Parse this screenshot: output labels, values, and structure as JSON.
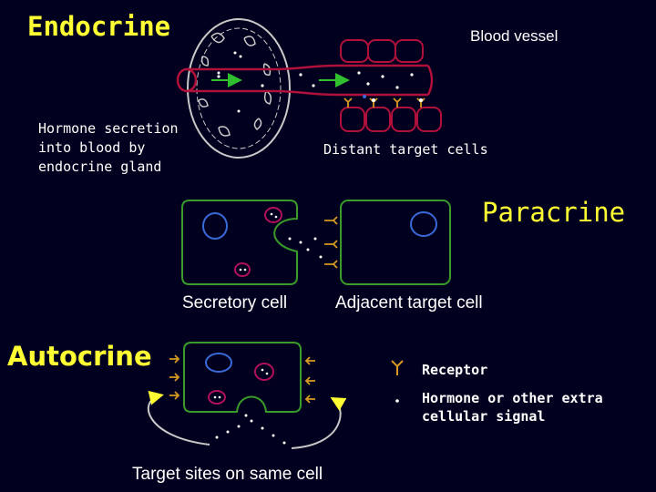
{
  "titles": {
    "endocrine": "Endocrine",
    "paracrine": "Paracrine",
    "autocrine": "Autocrine"
  },
  "labels": {
    "blood_vessel": "Blood vessel",
    "hormone_secretion": "Hormone secretion\ninto blood by\nendocrine gland",
    "distant_target_cells": "Distant target cells",
    "secretory_cell": "Secretory cell",
    "adjacent_target_cell": "Adjacent target cell",
    "target_sites_same_cell": "Target sites on same cell"
  },
  "legend": {
    "receptor": "Receptor",
    "hormone": "Hormone or other extra\ncellular signal"
  },
  "colors": {
    "background": "#01011f",
    "title": "#ffff33",
    "membrane": "#3a9a2a",
    "vessel": "#b0103a",
    "nucleus": "#3a6ad8",
    "vesicle": "#b0105a",
    "receptor": "#d89a20",
    "gland": "#c9c9c9",
    "text": "#ffffff"
  }
}
